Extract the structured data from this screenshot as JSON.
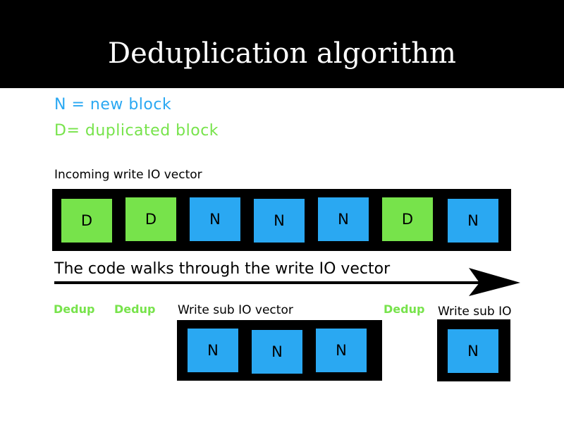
{
  "title": "Deduplication algorithm",
  "legend": {
    "new": "N = new block",
    "dup": "D= duplicated block",
    "new_color": "#2aa8f2",
    "dup_color": "#77e34b"
  },
  "incoming_label": "Incoming write IO vector",
  "incoming_blocks": [
    "D",
    "D",
    "N",
    "N",
    "N",
    "D",
    "N"
  ],
  "walk_text": "The code walks through the write IO vector",
  "dedup_labels": [
    "Dedup",
    "Dedup",
    "Dedup"
  ],
  "sub_vector_1": {
    "label": "Write sub IO vector",
    "blocks": [
      "N",
      "N",
      "N"
    ]
  },
  "sub_vector_2": {
    "label": "Write sub IO",
    "blocks": [
      "N"
    ]
  }
}
